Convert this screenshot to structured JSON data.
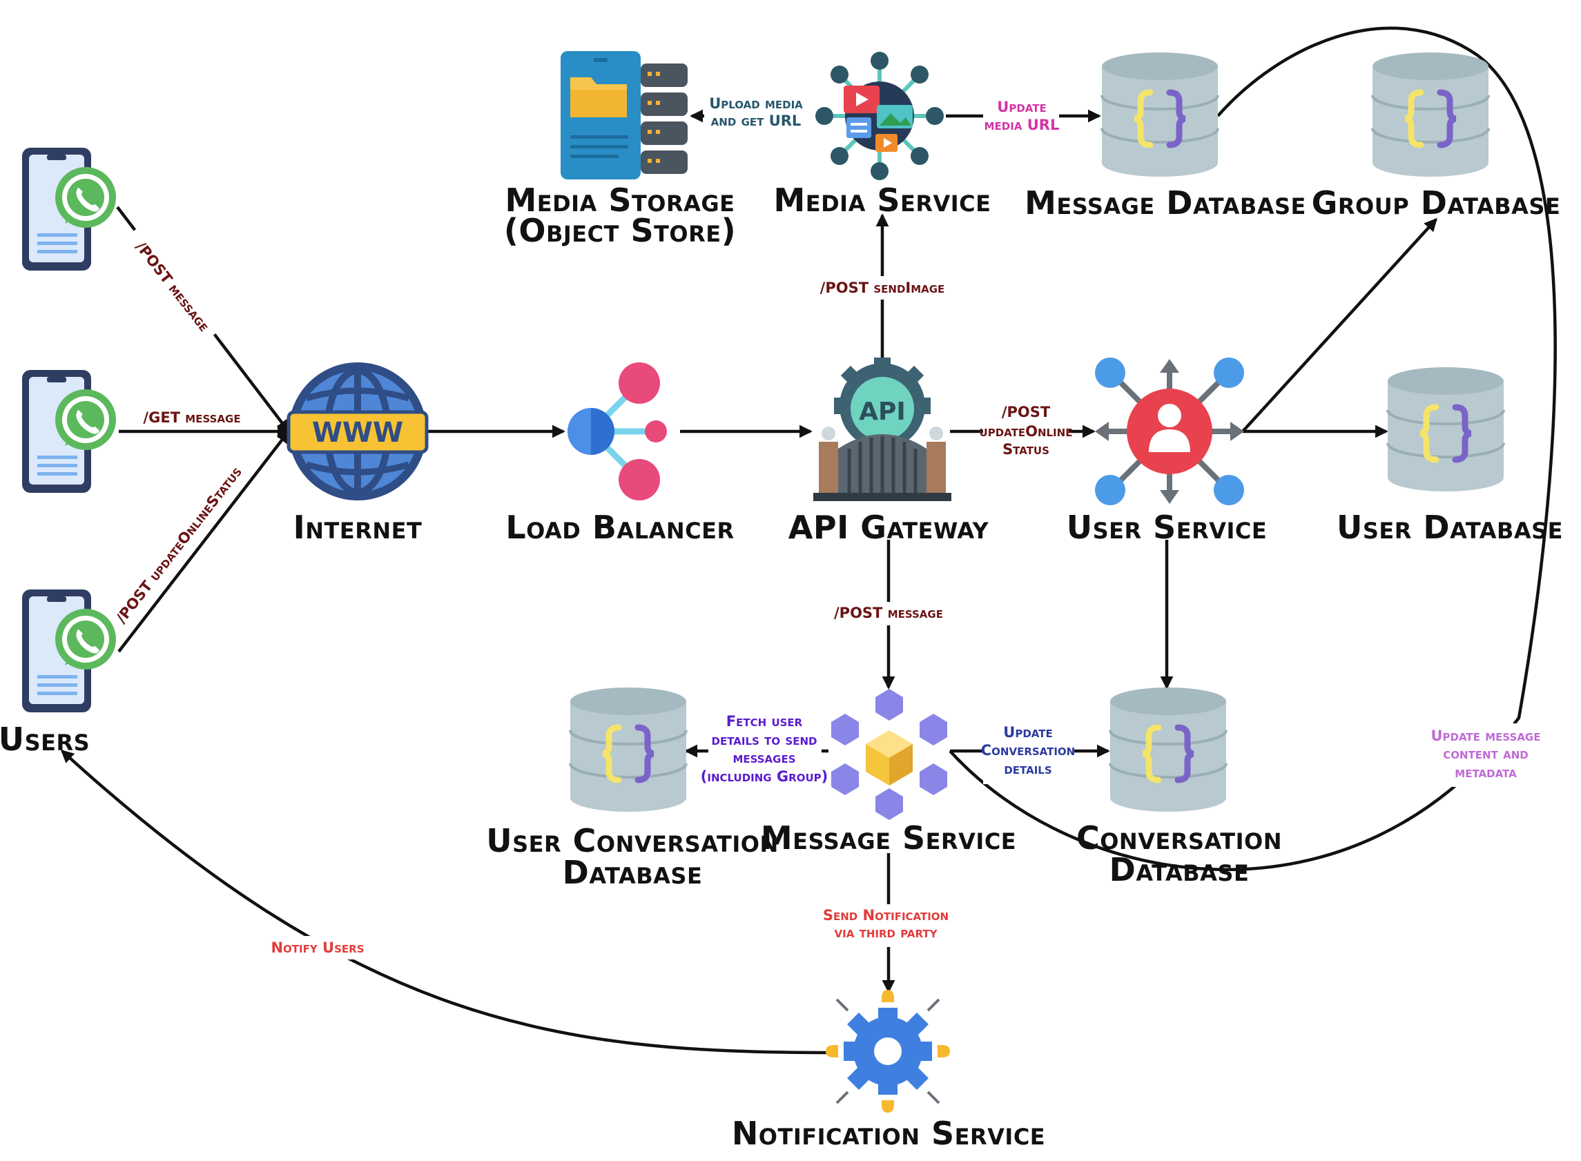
{
  "nodes": {
    "users": "Users",
    "internet": "Internet",
    "load_balancer": "Load Balancer",
    "api_gateway": "API Gateway",
    "user_service": "User Service",
    "user_database": "User Database",
    "media_storage_line1": "Media Storage",
    "media_storage_line2": "(Object Store)",
    "media_service": "Media Service",
    "message_database": "Message Database",
    "group_database": "Group Database",
    "message_service": "Message Service",
    "user_conversation_db_line1": "User Conversation",
    "user_conversation_db_line2": "Database",
    "conversation_db_line1": "Conversation",
    "conversation_db_line2": "Database",
    "notification_service": "Notification Service"
  },
  "icons": {
    "api_badge": "API",
    "www_badge": "WWW"
  },
  "edges": {
    "post_message_user": "/POST message",
    "get_message": "/GET message",
    "post_update_online_status": "/POST updateOnlineStatus",
    "upload_media_line1": "Upload media",
    "upload_media_line2": "and get URL",
    "update_media_url_line1": "Update",
    "update_media_url_line2": "media URL",
    "post_send_image": "/POST sendImage",
    "gateway_update_online_line1": "/POST",
    "gateway_update_online_line2": "updateOnline",
    "gateway_update_online_line3": "Status",
    "post_message_gateway": "/POST message",
    "fetch_user_line1": "Fetch user",
    "fetch_user_line2": "details to send",
    "fetch_user_line3": "messages",
    "fetch_user_line4": "(including Group)",
    "update_conversation_line1": "Update",
    "update_conversation_line2": "Conversation",
    "update_conversation_line3": "details",
    "update_message_content_line1": "Update message",
    "update_message_content_line2": "content and",
    "update_message_content_line3": "metadata",
    "send_notification_line1": "Send Notification",
    "send_notification_line2": "via third party",
    "notify_users": "Notify Users"
  },
  "colors": {
    "edge": "#111111",
    "label_maroon": "#6a1414",
    "label_teal": "#27566c",
    "label_magenta": "#d433a6",
    "label_purple": "#5a1bd0",
    "label_blue": "#2b3aa0",
    "label_lilac": "#c06ad6",
    "label_red": "#e23b3b",
    "database_body": "#b7c8ce",
    "braces_yellow": "#f4e46b",
    "braces_purple": "#7a63c9",
    "whatsapp_green": "#5cb85c",
    "user_service_red": "#e8424e",
    "node_blue": "#4c9be8",
    "load_balancer_pink": "#e84a7a"
  }
}
